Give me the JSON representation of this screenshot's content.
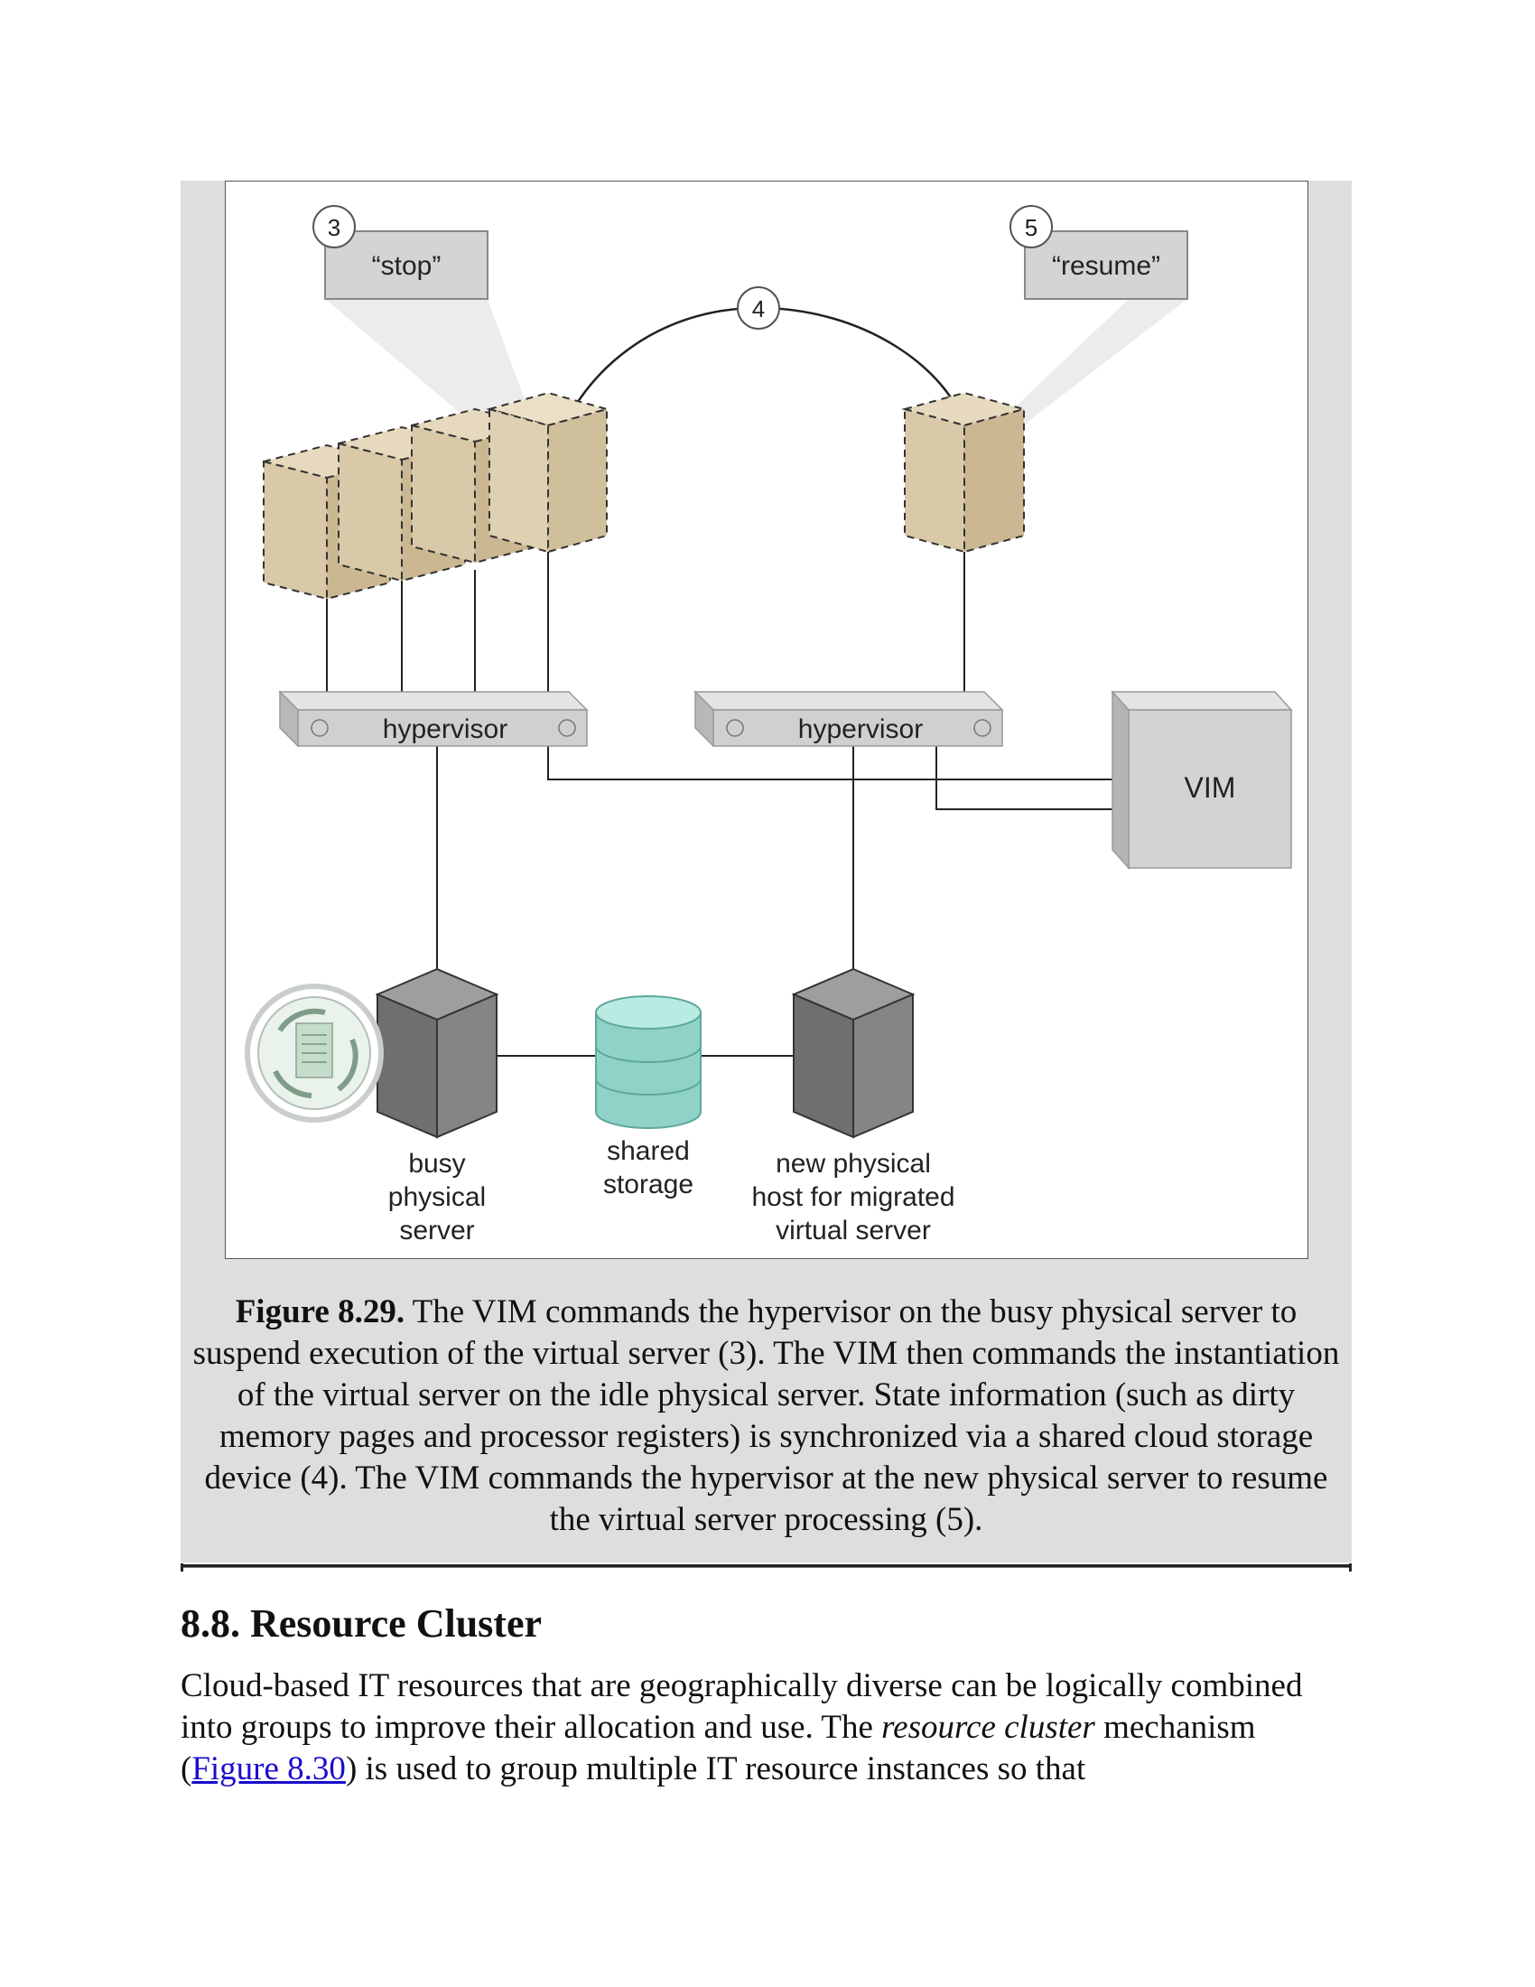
{
  "figure": {
    "diagram": {
      "callouts": {
        "stop": {
          "number": "3",
          "text": "“stop”"
        },
        "transfer": {
          "number": "4"
        },
        "resume": {
          "number": "5",
          "text": "“resume”"
        }
      },
      "hypervisor_left": "hypervisor",
      "hypervisor_right": "hypervisor",
      "vim": "VIM",
      "busy_server_label": [
        "busy",
        "physical",
        "server"
      ],
      "shared_storage_label": [
        "shared",
        "storage"
      ],
      "new_host_label": [
        "new physical",
        "host for migrated",
        "virtual server"
      ],
      "colors": {
        "virtual_server": "#d9c9a8",
        "storage": "#8fd3c8",
        "physical_server": "#7a7a7c",
        "hypervisor": "#d0d0d2"
      }
    },
    "caption": {
      "label": "Figure 8.29.",
      "text": "The VIM commands the hypervisor on the busy physical server to suspend execution of the virtual server (3). The VIM then commands the instantiation of the virtual server on the idle physical server. State information (such as dirty memory pages and processor registers) is synchronized via a shared cloud storage device (4). The VIM commands the hypervisor at the new physical server to resume the virtual server processing (5)."
    }
  },
  "section": {
    "heading": "8.8. Resource Cluster",
    "paragraph": {
      "part1": "Cloud-based IT resources that are geographically diverse can be logically combined into groups to improve their allocation and use. The ",
      "emphasis": "resource cluster",
      "part2": " mechanism (",
      "link": "Figure 8.30",
      "part3": ") is used to group multiple IT resource instances so that"
    }
  }
}
